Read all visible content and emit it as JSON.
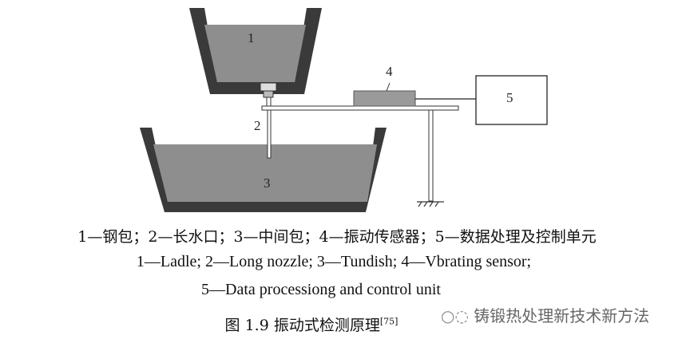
{
  "diagram": {
    "labels": {
      "ladle": "1",
      "nozzle": "2",
      "tundish": "3",
      "sensor": "4",
      "unit": "5"
    },
    "colors": {
      "wall": "#3a3a3a",
      "steel": "#8e8e8e",
      "sensor": "#9a9a9a",
      "line": "#222222"
    }
  },
  "legend": {
    "zh": "1—钢包；2—长水口；3—中间包；4—振动传感器；5—数据处理及控制单元",
    "en1": "1—Ladle; 2—Long nozzle; 3—Tundish; 4—Vbrating sensor;",
    "en2": "5—Data processiong and control unit"
  },
  "caption": {
    "text": "图 1.9 振动式检测原理",
    "ref": "[75]"
  },
  "watermark": "铸锻热处理新技术新方法"
}
